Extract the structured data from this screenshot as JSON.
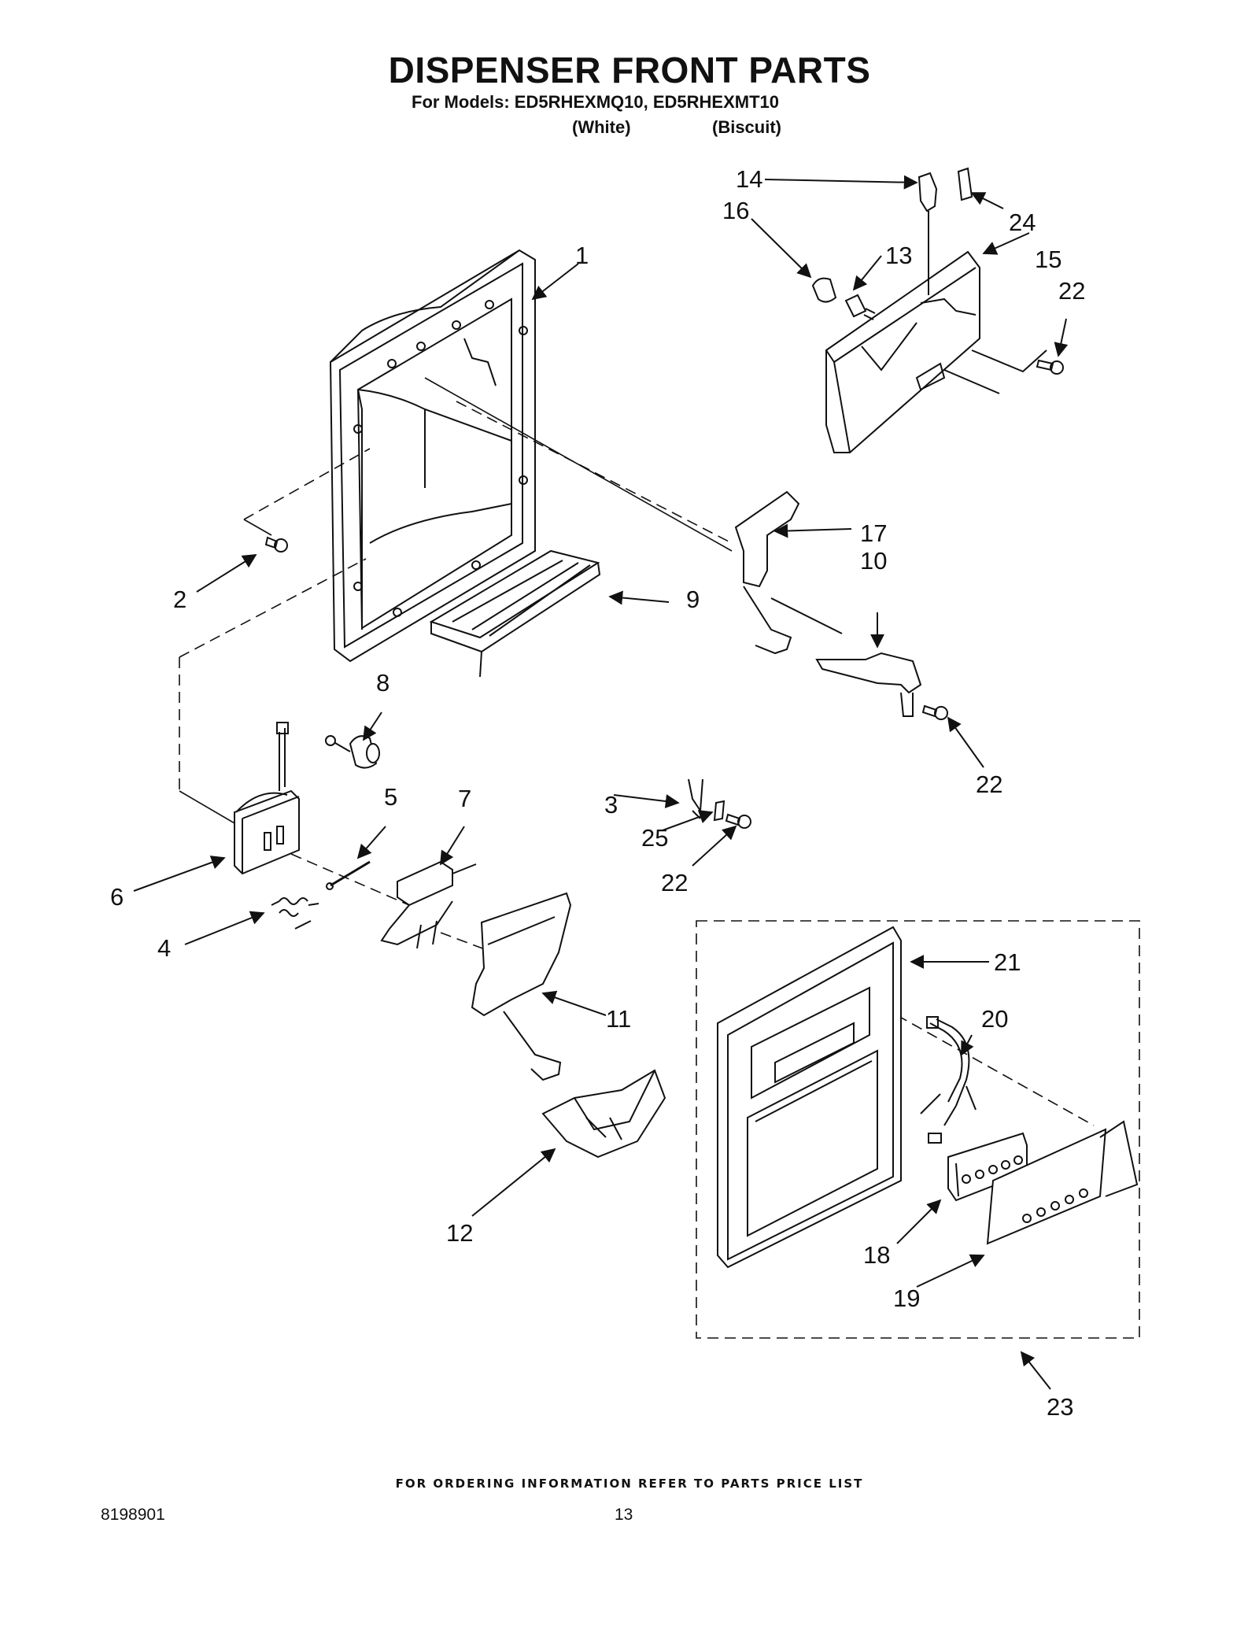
{
  "page": {
    "title": "DISPENSER FRONT PARTS",
    "models_line": "For Models: ED5RHEXMQ10, ED5RHEXMT10",
    "color_1": "(White)",
    "color_2": "(Biscuit)",
    "footer_note": "FOR ORDERING INFORMATION REFER TO PARTS PRICE LIST",
    "doc_number": "8198901",
    "page_number": "13"
  },
  "callouts": [
    "1",
    "2",
    "3",
    "4",
    "5",
    "6",
    "7",
    "8",
    "9",
    "10",
    "11",
    "12",
    "13",
    "14",
    "15",
    "16",
    "17",
    "18",
    "19",
    "20",
    "21",
    "22",
    "22",
    "22",
    "23",
    "24",
    "25"
  ]
}
